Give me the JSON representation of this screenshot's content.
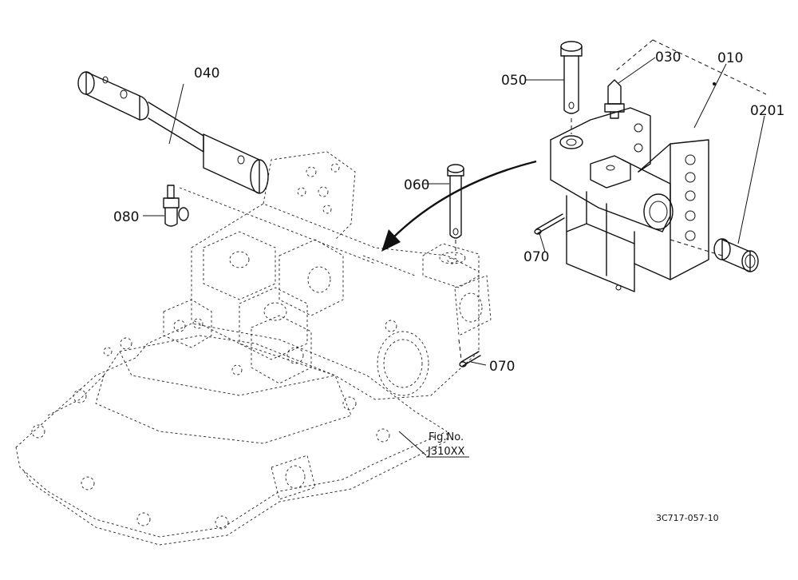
{
  "diagram": {
    "callouts": [
      {
        "id": "part-010",
        "label": "010"
      },
      {
        "id": "part-0201",
        "label": "0201"
      },
      {
        "id": "part-030",
        "label": "030"
      },
      {
        "id": "part-040",
        "label": "040"
      },
      {
        "id": "part-050",
        "label": "050"
      },
      {
        "id": "part-060",
        "label": "060"
      },
      {
        "id": "part-070-upper",
        "label": "070"
      },
      {
        "id": "part-070-lower",
        "label": "070"
      },
      {
        "id": "part-080",
        "label": "080"
      }
    ],
    "figure_reference": {
      "line1": "Fig.No.",
      "line2": "J310XX"
    },
    "drawing_code": "3C717-057-10"
  }
}
